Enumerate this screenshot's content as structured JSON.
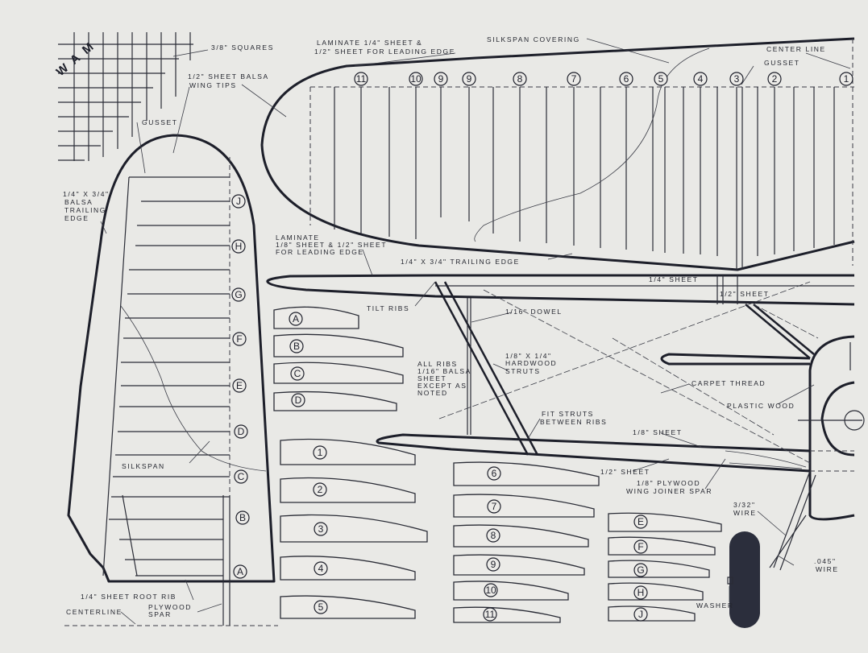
{
  "logo": "WAM",
  "labels": {
    "squares": "3/8\" SQUARES",
    "wing_tips_1": "1/2\" SHEET BALSA",
    "wing_tips_2": "WING TIPS",
    "gusset_tail": "GUSSET",
    "te_tail_1": "1/4\" X 3/4\"",
    "te_tail_2": "BALSA",
    "te_tail_3": "TRAILING",
    "te_tail_4": "EDGE",
    "silkspan": "SILKSPAN",
    "root_rib": "1/4\" SHEET ROOT RIB",
    "centerline": "CENTERLINE",
    "ply_spar_1": "PLYWOOD",
    "ply_spar_2": "SPAR",
    "lam_top_1": "LAMINATE 1/4\" SHEET &",
    "lam_top_2": "1/2\" SHEET FOR LEADING EDGE",
    "silkspan_covering": "SILKSPAN COVERING",
    "center_line": "CENTER LINE",
    "gusset_wing": "GUSSET",
    "lam_mid_1": "LAMINATE",
    "lam_mid_2": "1/8\" SHEET & 1/2\" SHEET",
    "lam_mid_3": "FOR LEADING EDGE",
    "te_wing": "1/4\" X 3/4\" TRAILING EDGE",
    "quarter_sheet": "1/4\" SHEET",
    "half_sheet_top": "1/2\" SHEET",
    "tilt_ribs": "TILT RIBS",
    "dowel": "1/16\" DOWEL",
    "all_ribs_1": "ALL RIBS",
    "all_ribs_2": "1/16\" BALSA",
    "all_ribs_3": "SHEET",
    "all_ribs_4": "EXCEPT AS",
    "all_ribs_5": "NOTED",
    "struts_1": "1/8\" X 1/4\"",
    "struts_2": "HARDWOOD",
    "struts_3": "STRUTS",
    "carpet_thread": "CARPET THREAD",
    "plastic_wood": "PLASTIC WOOD",
    "fit_struts_1": "FIT STRUTS",
    "fit_struts_2": "BETWEEN RIBS",
    "eighth_sheet": "1/8\" SHEET",
    "half_sheet_low": "1/2\" SHEET",
    "joiner_1": "1/8\" PLYWOOD",
    "joiner_2": "WING JOINER SPAR",
    "wire332_1": "3/32\"",
    "wire332_2": "WIRE",
    "wire045_1": ".045\"",
    "wire045_2": "WIRE",
    "washer": "WASHER"
  },
  "tail_ribs": [
    "J",
    "H",
    "G",
    "F",
    "E",
    "D",
    "C",
    "B",
    "A"
  ],
  "wing_ribs": [
    "11",
    "10",
    "9",
    "9",
    "8",
    "7",
    "6",
    "5",
    "4",
    "3",
    "2",
    "1"
  ],
  "rib_templates": {
    "tail_set_1": [
      "A",
      "B",
      "C",
      "D"
    ],
    "wing_set_1": [
      "1",
      "2",
      "3",
      "4",
      "5"
    ],
    "wing_set_2": [
      "6",
      "7",
      "8",
      "9",
      "10",
      "11"
    ],
    "tail_set_2": [
      "E",
      "F",
      "G",
      "H",
      "J"
    ]
  }
}
